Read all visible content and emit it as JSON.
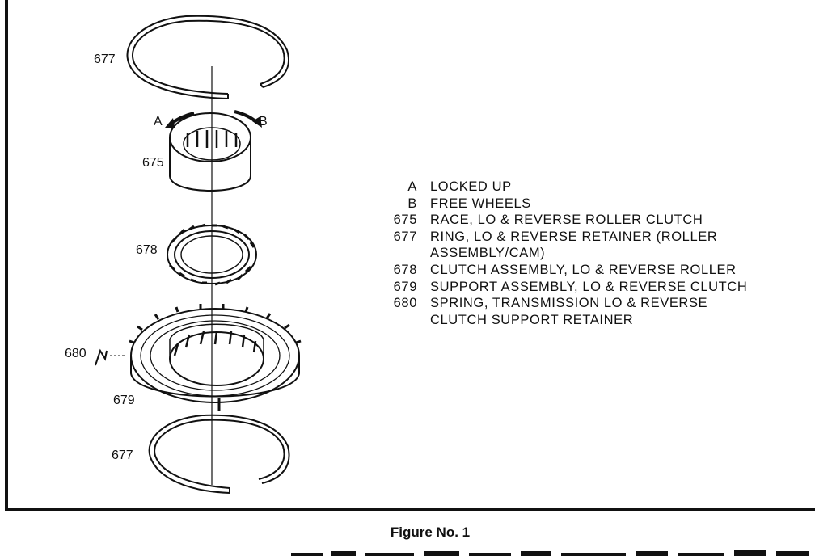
{
  "figure": {
    "caption": "Figure No. 1",
    "callouts": {
      "ring_top": "677",
      "arrow_a": "A",
      "arrow_b": "B",
      "race": "675",
      "clutch": "678",
      "spring": "680",
      "support": "679",
      "ring_bottom": "677"
    },
    "legend": [
      {
        "key": "A",
        "text": "LOCKED UP"
      },
      {
        "key": "B",
        "text": "FREE WHEELS"
      },
      {
        "key": "675",
        "text": "RACE, LO & REVERSE ROLLER CLUTCH"
      },
      {
        "key": "677",
        "text": "RING, LO & REVERSE RETAINER (ROLLER ASSEMBLY/CAM)"
      },
      {
        "key": "678",
        "text": "CLUTCH ASSEMBLY, LO & REVERSE ROLLER"
      },
      {
        "key": "679",
        "text": "SUPPORT ASSEMBLY, LO & REVERSE CLUTCH"
      },
      {
        "key": "680",
        "text": "SPRING, TRANSMISSION LO & REVERSE CLUTCH SUPPORT RETAINER"
      }
    ]
  }
}
